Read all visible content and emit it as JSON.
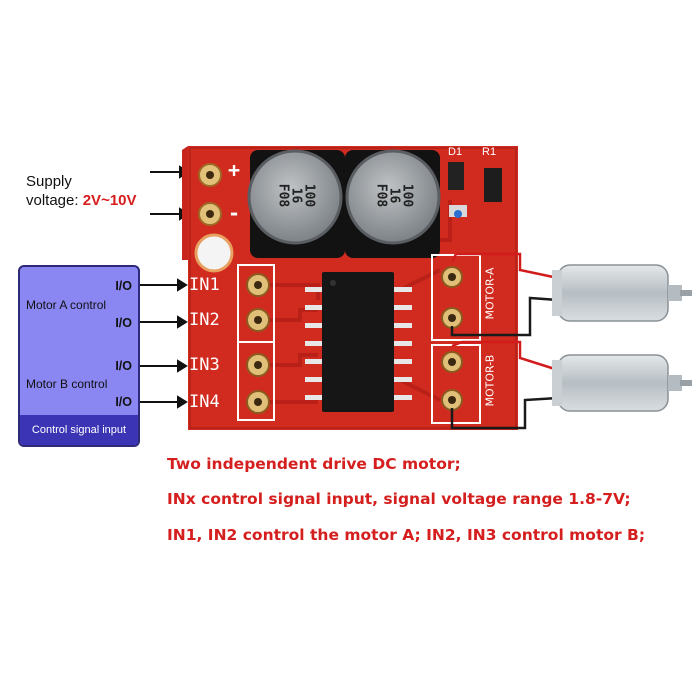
{
  "supply": {
    "label_line1": "Supply",
    "label_line2": "voltage:",
    "voltage": "2V~10V"
  },
  "pcb": {
    "plus": "+",
    "minus": "-",
    "in1": "IN1",
    "in2": "IN2",
    "in3": "IN3",
    "in4": "IN4",
    "d1": "D1",
    "r1": "R1",
    "motor_a": "MOTOR-A",
    "motor_b": "MOTOR-B"
  },
  "capacitors": [
    {
      "line1": "100",
      "line2": "16",
      "line3": "F08"
    },
    {
      "line1": "100",
      "line2": "16",
      "line3": "F08"
    }
  ],
  "control": {
    "io": "I/O",
    "motor_a": "Motor A control",
    "motor_b": "Motor B control",
    "footer": "Control signal input"
  },
  "notes": [
    "Two independent drive DC motor;",
    "INx control signal input, signal voltage range 1.8-7V;",
    "IN1, IN2 control the motor A; IN2, IN3 control motor B;"
  ],
  "colors": {
    "pcb": "#d12b20",
    "control_box": "#8a86f2",
    "note_text": "#d51e1e"
  }
}
